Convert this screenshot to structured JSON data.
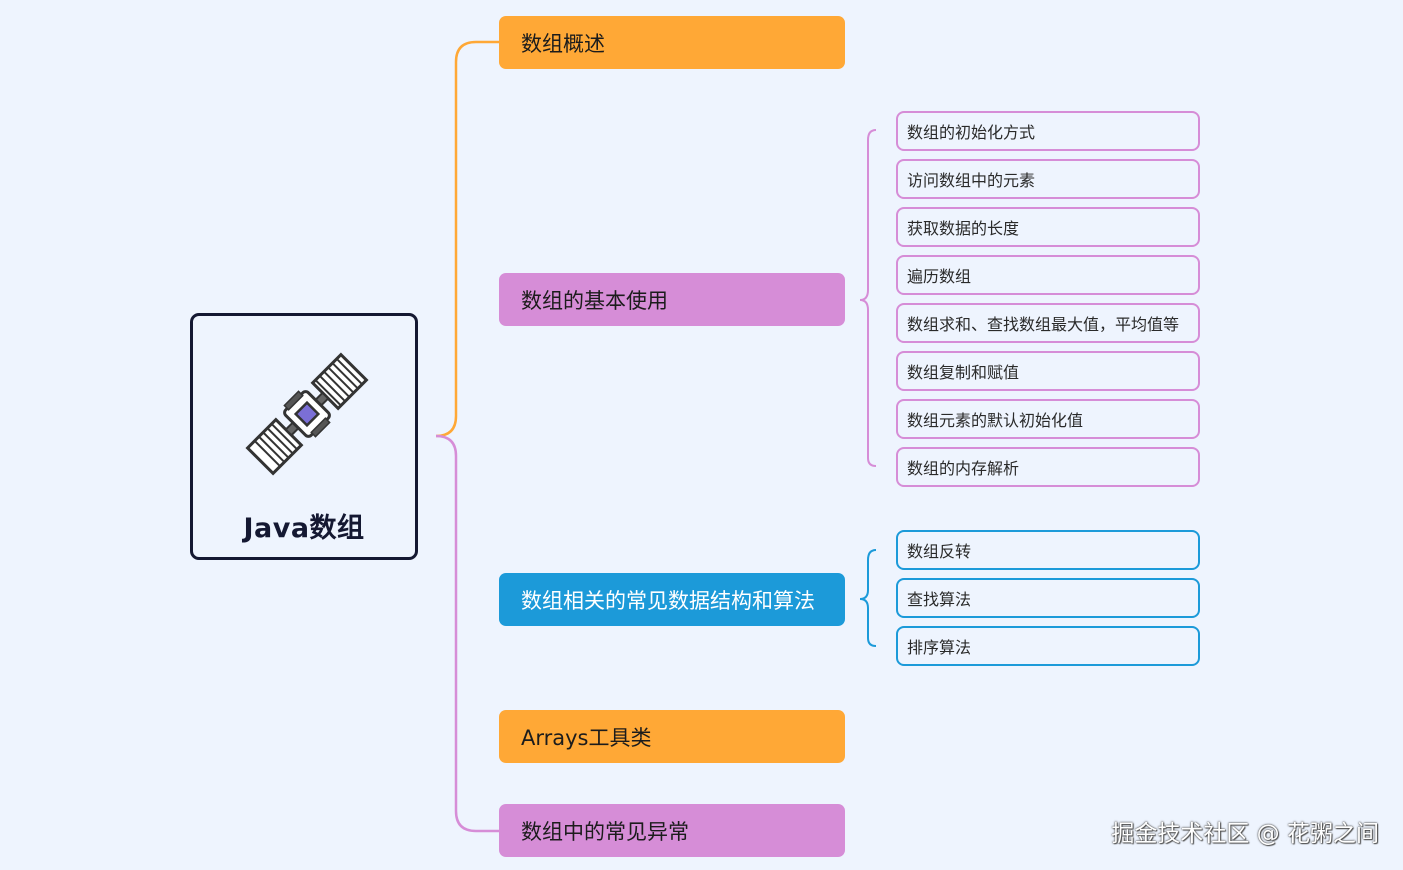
{
  "root": {
    "title": "Java数组",
    "icon": "satellite-icon"
  },
  "topics": [
    {
      "label": "数组概述",
      "color": "#ffa836"
    },
    {
      "label": "数组的基本使用",
      "color": "#d68dd7",
      "children": [
        "数组的初始化方式",
        "访问数组中的元素",
        "获取数据的长度",
        "遍历数组",
        "数组求和、查找数组最大值，平均值等",
        "数组复制和赋值",
        "数组元素的默认初始化值",
        "数组的内存解析"
      ]
    },
    {
      "label": "数组相关的常见数据结构和算法",
      "color": "#1c9ad9",
      "children": [
        "数组反转",
        "查找算法",
        "排序算法"
      ]
    },
    {
      "label": "Arrays工具类",
      "color": "#ffa836"
    },
    {
      "label": "数组中的常见异常",
      "color": "#d68dd7"
    }
  ],
  "watermark": "掘金技术社区 @ 花粥之间",
  "colors": {
    "background": "#eef4fe",
    "orange": "#ffa836",
    "purple": "#d68dd7",
    "blue": "#1c9ad9",
    "root_border": "#141832"
  }
}
